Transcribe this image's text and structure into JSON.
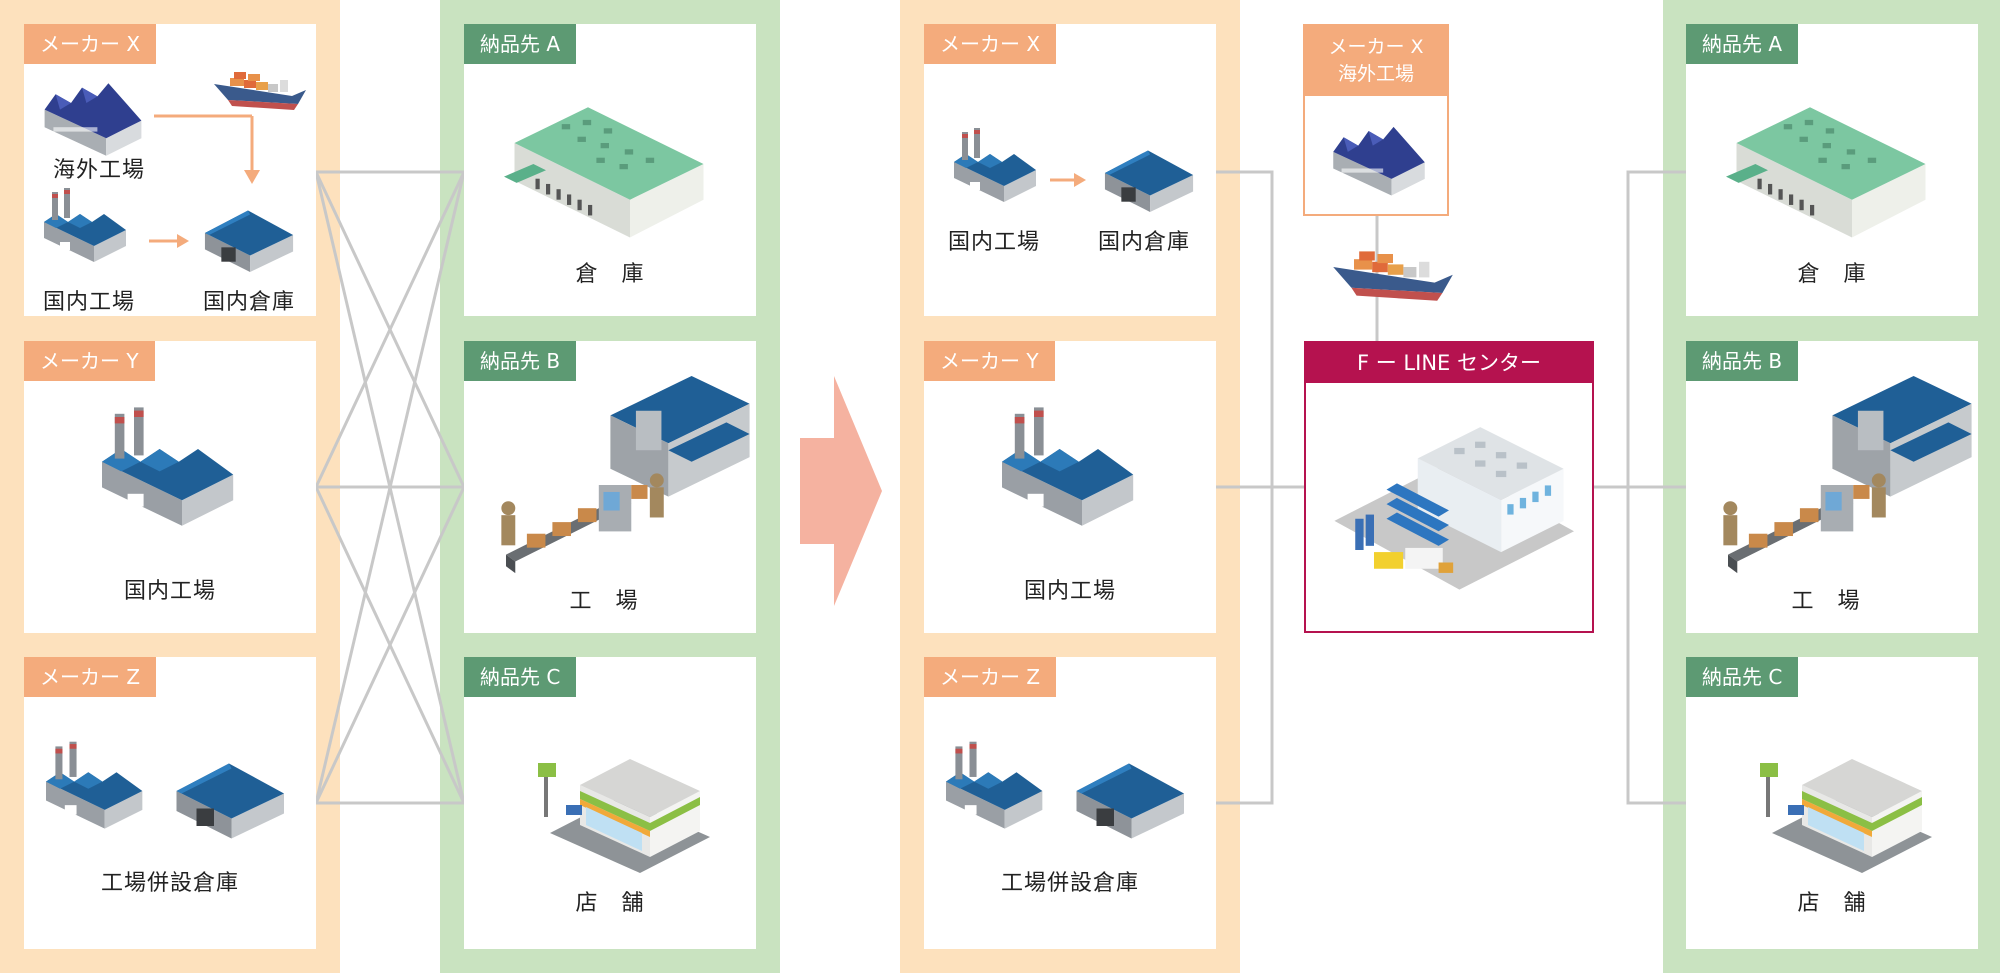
{
  "colors": {
    "maker_panel": "#fde1bd",
    "dest_panel": "#c9e3c0",
    "maker_tag": "#f4ab7c",
    "dest_tag": "#5d9a73",
    "fline": "#b5124f",
    "arrow": "#f5b2a0",
    "connector": "#c8c8c8"
  },
  "before": {
    "makers": [
      {
        "tag": "メーカー X",
        "labels": [
          "海外工場",
          "国内工場",
          "国内倉庫"
        ]
      },
      {
        "tag": "メーカー Y",
        "labels": [
          "国内工場"
        ]
      },
      {
        "tag": "メーカー Z",
        "labels": [
          "工場併設倉庫"
        ]
      }
    ],
    "destinations": [
      {
        "tag": "納品先 A",
        "label": "倉　庫"
      },
      {
        "tag": "納品先 B",
        "label": "工　場"
      },
      {
        "tag": "納品先 C",
        "label": "店　舗"
      }
    ]
  },
  "after": {
    "makers": [
      {
        "tag": "メーカー X",
        "labels": [
          "国内工場",
          "国内倉庫"
        ]
      },
      {
        "tag": "メーカー Y",
        "labels": [
          "国内工場"
        ]
      },
      {
        "tag": "メーカー Z",
        "labels": [
          "工場併設倉庫"
        ]
      }
    ],
    "overseas": {
      "line1": "メーカー X",
      "line2": "海外工場"
    },
    "center": {
      "title": "F ー LINE センター"
    },
    "destinations": [
      {
        "tag": "納品先 A",
        "label": "倉　庫"
      },
      {
        "tag": "納品先 B",
        "label": "工　場"
      },
      {
        "tag": "納品先 C",
        "label": "店　舗"
      }
    ]
  }
}
